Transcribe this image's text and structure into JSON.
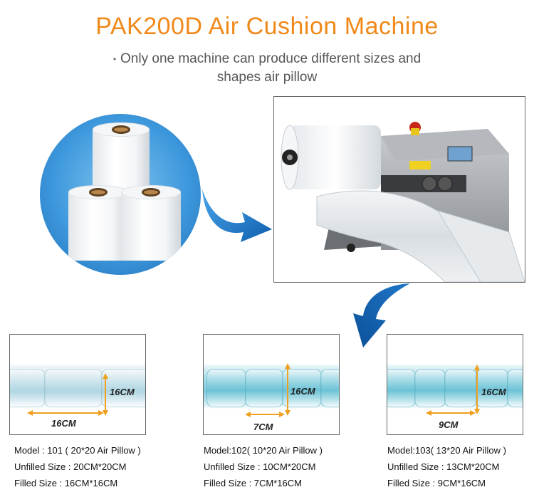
{
  "title": "PAK200D  Air  Cushion  Machine",
  "subtitle": {
    "bullet": "•",
    "line1": "Only one machine can produce different sizes and",
    "line2": "shapes air pillow"
  },
  "colors": {
    "title": "#f0891a",
    "arrow": "#1f78c8",
    "dimension_line": "#f0a020"
  },
  "products": [
    {
      "height_label": "16CM",
      "width_label": "16CM",
      "model": "Model : 101 ( 20*20 Air Pillow )",
      "unfilled": "Unfilled Size : 20CM*20CM",
      "filled": "Filled Size : 16CM*16CM"
    },
    {
      "height_label": "16CM",
      "width_label": "7CM",
      "model": "Model:102( 10*20 Air Pillow )",
      "unfilled": "Unfilled Size : 10CM*20CM",
      "filled": "Filled Size : 7CM*16CM"
    },
    {
      "height_label": "16CM",
      "width_label": "9CM",
      "model": "Model:103( 13*20 Air Pillow )",
      "unfilled": "Unfilled Size : 13CM*20CM",
      "filled": "Filled Size : 9CM*16CM"
    }
  ]
}
